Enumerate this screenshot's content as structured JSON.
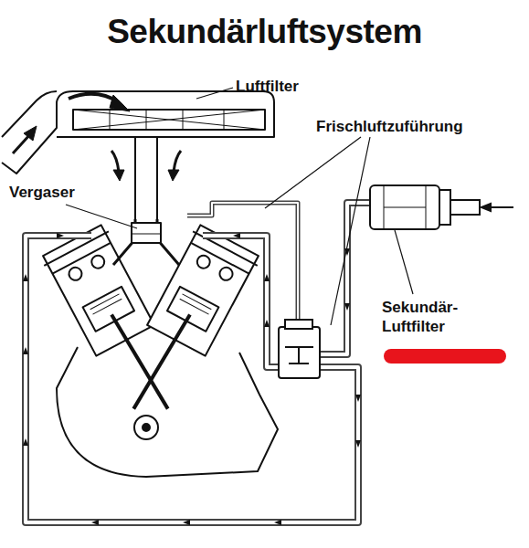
{
  "diagram": {
    "title": "Sekundärluftsystem",
    "labels": [
      "Luftfilter",
      "Frischluftzuführung",
      "Vergaser",
      "Sekundär- Luftfilter"
    ]
  }
}
